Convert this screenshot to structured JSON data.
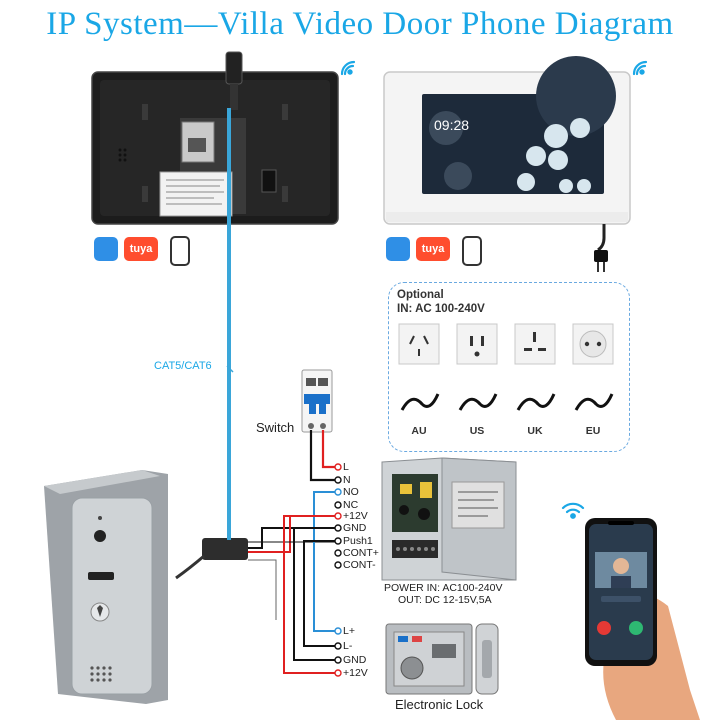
{
  "title": "IP System—Villa Video Door Phone Diagram",
  "cable_label": "CAT5/CAT6",
  "switch_label": "Switch",
  "optional": {
    "label": "Optional",
    "voltage": "IN: AC 100-240V",
    "regions": [
      "AU",
      "US",
      "UK",
      "EU"
    ]
  },
  "power_terminals": [
    "L",
    "N",
    "NO",
    "NC",
    "+12V",
    "GND",
    "Push1",
    "CONT+",
    "CONT-"
  ],
  "lock_terminals": [
    "L+",
    "L-",
    "GND",
    "+12V"
  ],
  "power_supply": {
    "input": "POWER  IN: AC100-240V",
    "output": "OUT: DC 12-15V,5A"
  },
  "lock_label": "Electronic Lock",
  "monitor_screen_time": "09:28",
  "app_icons": [
    "home-app-icon",
    "tuya-app-icon",
    "phone-app-icon"
  ],
  "tuya_label": "tuya",
  "colors": {
    "title": "#1aa7e6",
    "cable": "#3aa6d9",
    "red_wire": "#e02020",
    "black_wire": "#111111",
    "blue_wire": "#2a8fd6",
    "dashed_box": "#6aa9e0"
  }
}
